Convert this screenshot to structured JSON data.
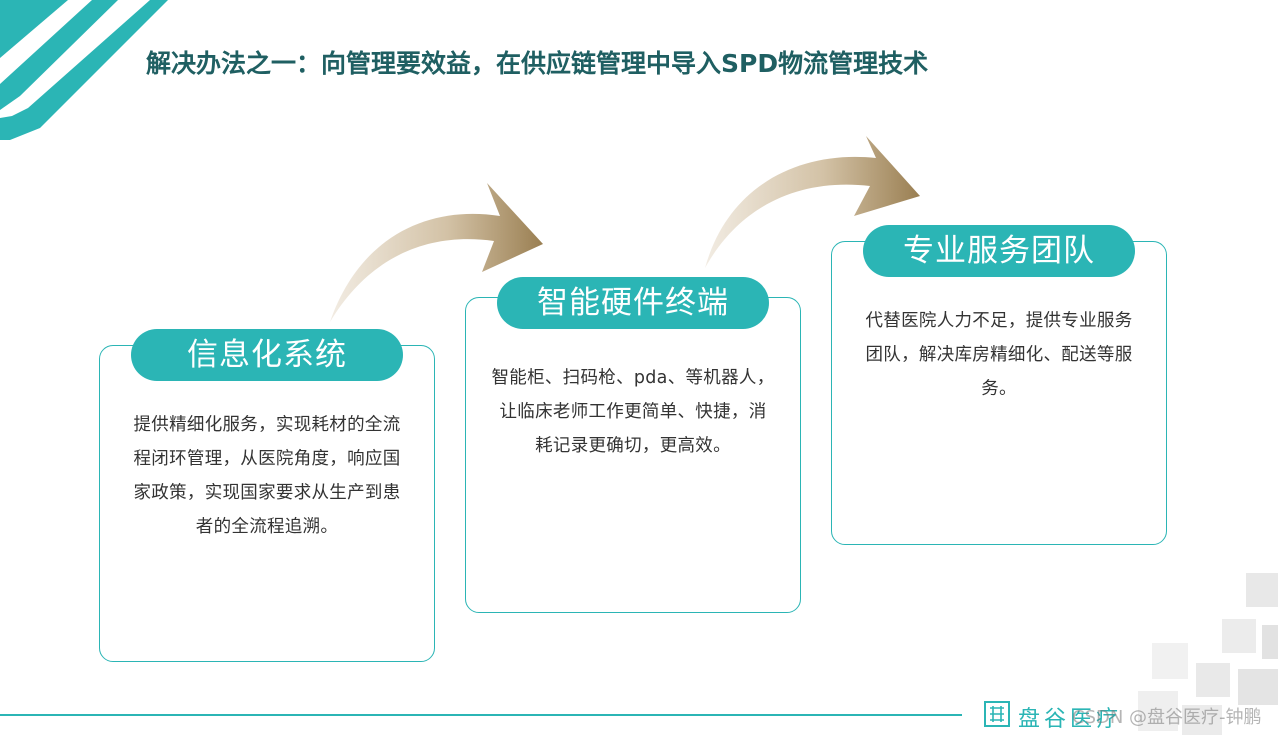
{
  "title": "解决办法之一：向管理要效益，在供应链管理中导入SPD物流管理技术",
  "cards": [
    {
      "heading": "信息化系统",
      "lines": [
        "提供精细化服务，实现耗材的全流",
        "程闭环管理，从医院角度，响应国",
        "家政策，实现国家要求从生产到患",
        "者的全流程追溯。"
      ]
    },
    {
      "heading": "智能硬件终端",
      "lines": [
        "智能柜、扫码枪、pda、等机器人，",
        "让临床老师工作更简单、快捷，消",
        "耗记录更确切，更高效。"
      ]
    },
    {
      "heading": "专业服务团队",
      "lines": [
        "代替医院人力不足，提供专业服务",
        "团队，解决库房精细化、配送等服",
        "务。"
      ]
    }
  ],
  "footer": {
    "logo_text": "盘谷医疗",
    "watermark": "CSDN @盘谷医疗-钟鹏"
  },
  "colors": {
    "accent": "#2bb5b5",
    "title": "#1f5f62",
    "arrow_light": "#efe7dc",
    "arrow_dark": "#9a7f52"
  }
}
